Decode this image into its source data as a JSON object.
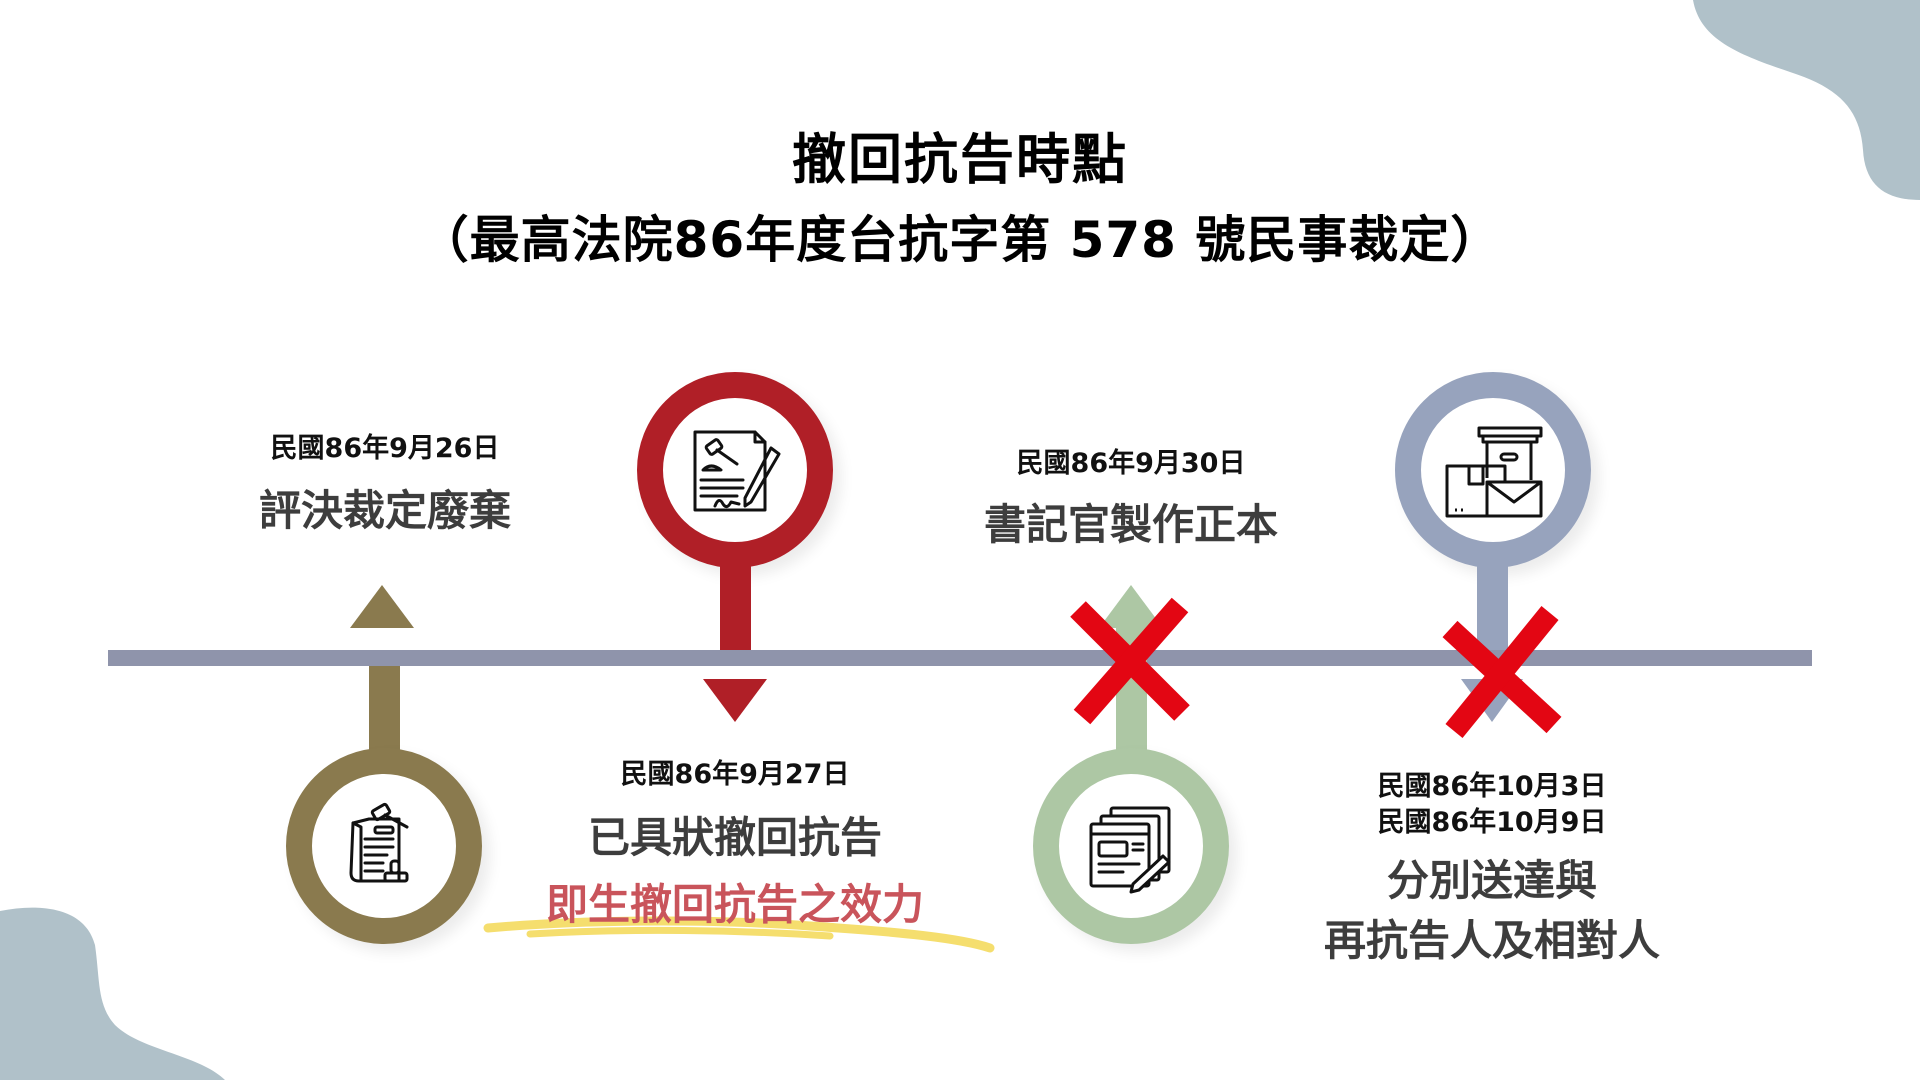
{
  "title": {
    "line1": "撤回抗告時點",
    "line2": "（最高法院86年度台抗字第 578 號民事裁定）"
  },
  "colors": {
    "timeline": "#8f94ab",
    "olive": "#8a7a4e",
    "red": "#b01f27",
    "green": "#adc7a4",
    "bluegray": "#97a3bd",
    "cross": "#e30613",
    "highlight_text": "#c9545b",
    "highlight_underline": "#f5de6e",
    "blob": "#b0c1c9"
  },
  "events": [
    {
      "date": "民國86年9月26日",
      "label": "評決裁定廢棄",
      "icon": "gavel-document-stamp-icon",
      "position": "above",
      "crossed": false
    },
    {
      "date": "民國86年9月27日",
      "label": "已具狀撤回抗告",
      "highlight": "即生撤回抗告之效力",
      "icon": "signed-contract-gavel-icon",
      "position": "below",
      "crossed": false
    },
    {
      "date": "民國86年9月30日",
      "label": "書記官製作正本",
      "icon": "documents-pen-icon",
      "position": "above",
      "crossed": true
    },
    {
      "dates": [
        "民國86年10月3日",
        "民國86年10月9日"
      ],
      "label_lines": [
        "分別送達與",
        "再抗告人及相對人"
      ],
      "icon": "boxes-envelope-delivery-icon",
      "position": "below",
      "crossed": true
    }
  ]
}
